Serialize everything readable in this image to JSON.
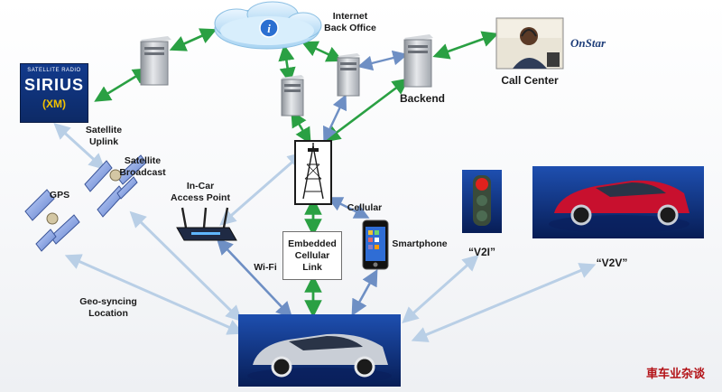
{
  "labels": {
    "internet_back_office": "Internet\nBack Office",
    "call_center": "Call Center",
    "backend": "Backend",
    "satellite_uplink": "Satellite\nUplink",
    "satellite_broadcast": "Satellite\nBroadcast",
    "gps": "GPS",
    "in_car_access_point": "In-Car\nAccess Point",
    "cellular": "Cellular",
    "smartphone": "Smartphone",
    "embedded_cellular_link": "Embedded\nCellular\nLink",
    "wifi": "Wi-Fi",
    "v2i": "“V2I”",
    "v2v": "“V2V”",
    "geo_syncing_location": "Geo-syncing\nLocation"
  },
  "logos": {
    "onstar": "OnStar",
    "sirius_top": "SATELLITE RADIO",
    "sirius_main": "SIRIUS",
    "sirius_xm": "(XM)",
    "watermark": "車车业杂谈"
  },
  "colors": {
    "green_link": "#2aa043",
    "blue_link": "#6e8fc4",
    "light_link": "#b9cfe6",
    "car_red": "#c8102e",
    "car_silver": "#c9ced6",
    "panel_blue": "#0b2c7a"
  },
  "icons": {
    "cloud": "internet-cloud-icon",
    "server": "server-tower-icon",
    "tower": "cell-tower-icon",
    "router": "wifi-router-icon",
    "phone": "smartphone-icon",
    "traffic_light": "traffic-light-icon",
    "satellite": "satellite-icon"
  }
}
